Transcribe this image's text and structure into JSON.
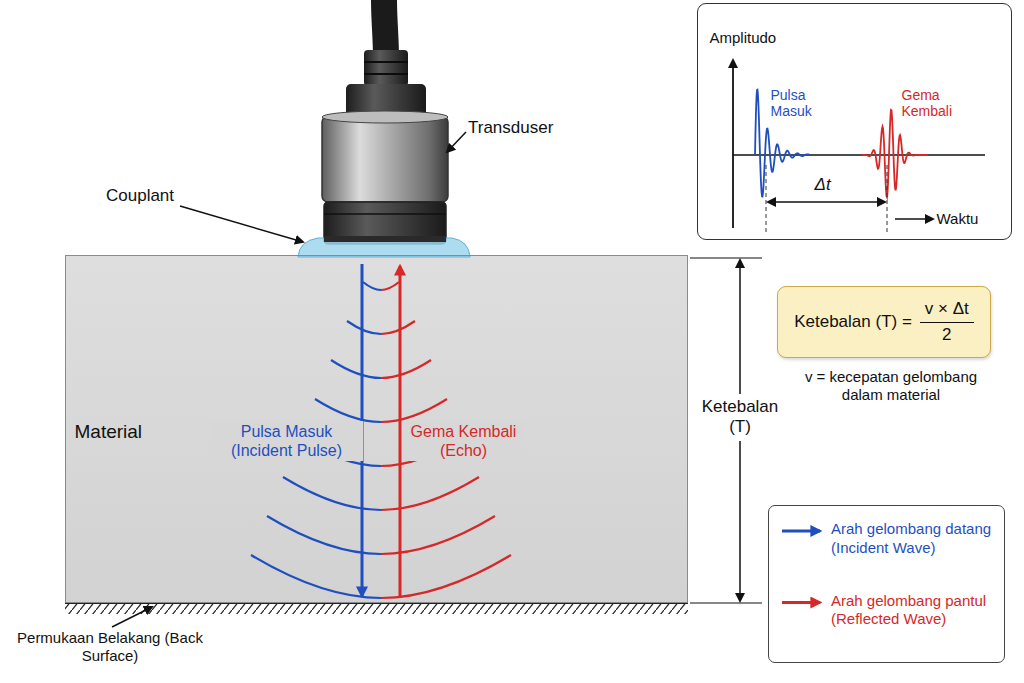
{
  "diagram": {
    "nodes": [
      {
        "text": [
          "Material",
          "Pulsa Masuk (Incident Pulse)",
          "Gema Kembali (Echo)"
        ]
      },
      {
        "text": [
          "Amplitudo",
          "Pulsa Masuk",
          "Gema Kembali",
          "Δt",
          "Waktu"
        ]
      },
      {
        "text": [
          "Ketebalan (T) =",
          "v × Δt",
          "2"
        ]
      }
    ],
    "labels": [
      "Transduser",
      "Couplant",
      "v = kecepatan gelombang dalam material",
      "Ketebalan (T)",
      "Permukaan Belakang (Back Surface)"
    ],
    "legend": [
      {
        "text": "Arah gelombang datang (Incident Wave)"
      },
      {
        "text": "Arah gelombang pantul (Reflected Wave)"
      }
    ]
  }
}
